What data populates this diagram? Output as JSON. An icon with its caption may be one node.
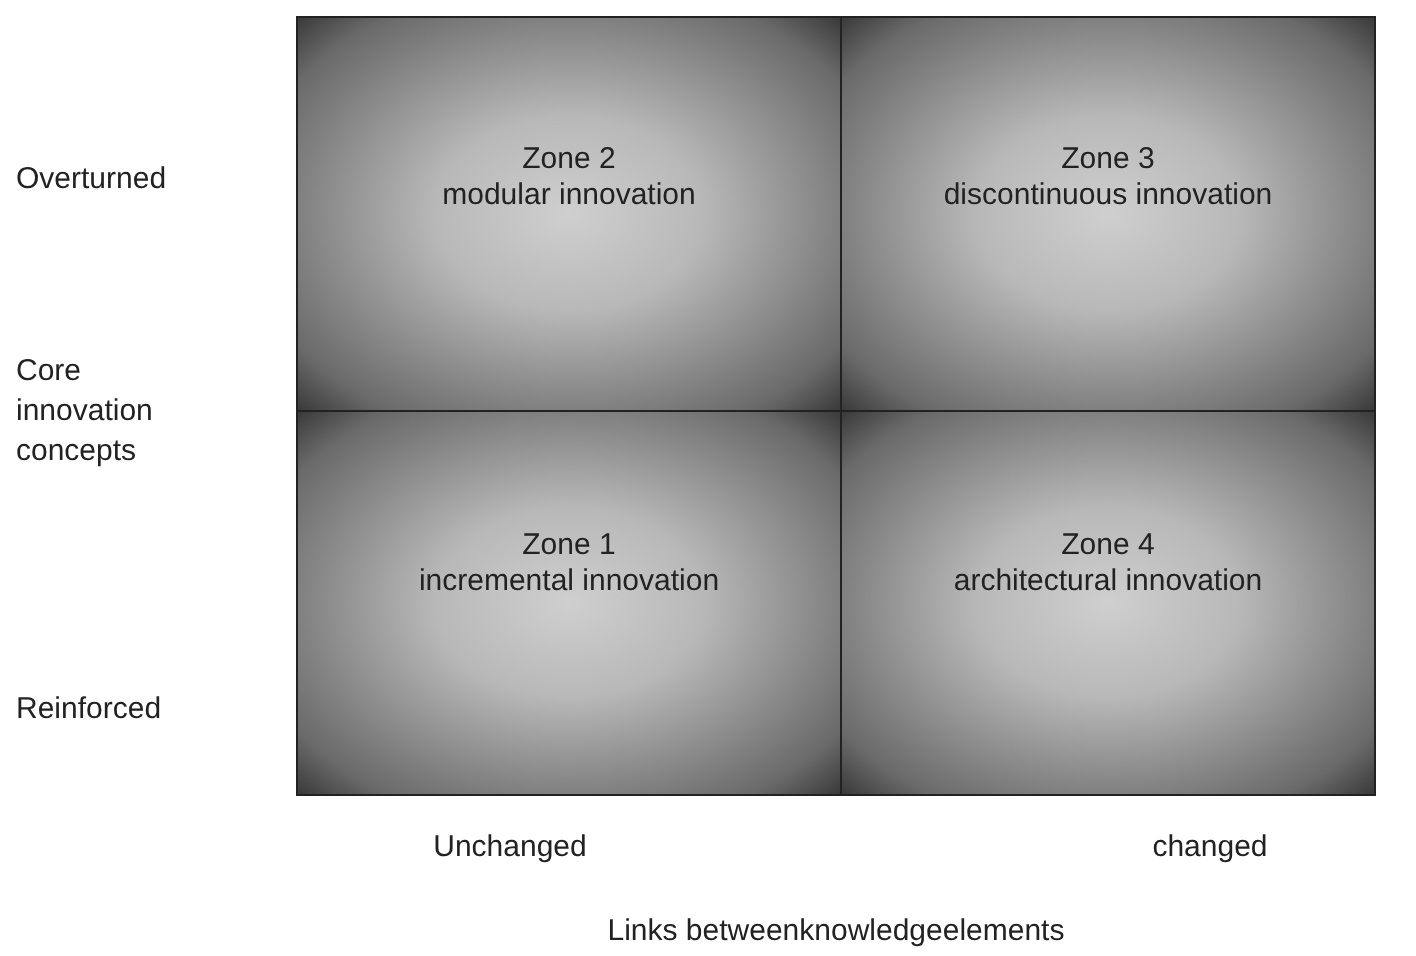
{
  "diagram": {
    "nodes": [
      {
        "text": [
          "Zone 2",
          "modular innovation"
        ]
      },
      {
        "text": [
          "Zone 3",
          "discontinuous innovation"
        ]
      },
      {
        "text": [
          "Zone 1",
          "incremental innovation"
        ]
      },
      {
        "text": [
          "Zone 4",
          "architectural innovation"
        ]
      }
    ],
    "labels": [
      "Overturned",
      "Core innovation concepts",
      "Reinforced",
      "Unchanged",
      "changed",
      "Links betweenknowledgeelements"
    ]
  }
}
